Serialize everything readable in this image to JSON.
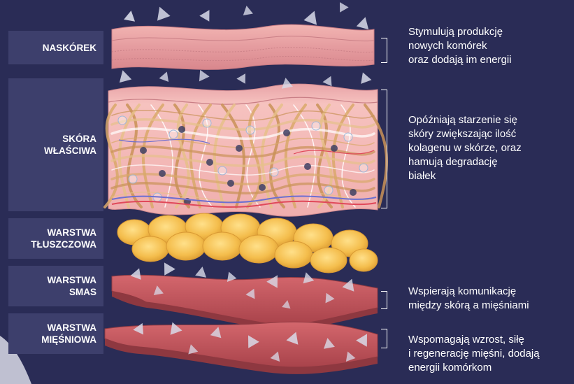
{
  "layers": [
    {
      "id": "naskorek",
      "label_lines": [
        "NASKÓREK"
      ],
      "description_lines": [
        "Stymulują produkcję",
        "nowych komórek",
        "oraz dodają im energii"
      ]
    },
    {
      "id": "skora-wlasciwa",
      "label_lines": [
        "SKÓRA",
        "WŁAŚCIWA"
      ],
      "description_lines": [
        "Opóźniają starzenie się",
        "skóry zwiększając ilość",
        "kolagenu w skórze, oraz",
        "hamują degradację",
        "białek"
      ]
    },
    {
      "id": "warstwa-tluszczowa",
      "label_lines": [
        "WARSTWA",
        "TŁUSZCZOWA"
      ]
    },
    {
      "id": "warstwa-smas",
      "label_lines": [
        "WARSTWA",
        "SMAS"
      ],
      "description_lines": [
        "Wspierają komunikację",
        "między skórą a mięśniami"
      ]
    },
    {
      "id": "warstwa-miesniowa",
      "label_lines": [
        "WARSTWA",
        "MIĘŚNIOWA"
      ],
      "description_lines": [
        "Wspomagają wzrost, siłę",
        "i regenerację mięśni, dodają",
        "energii komórkom"
      ]
    }
  ],
  "colors": {
    "background": "#2a2c56",
    "label_box": "#3d3f6c",
    "text": "#ffffff",
    "epidermis": "#e9a2a4",
    "dermis": "#f4b8b6",
    "fat": "#f4c154",
    "muscle": "#c7575e",
    "arrows": "#d8dbe9"
  }
}
